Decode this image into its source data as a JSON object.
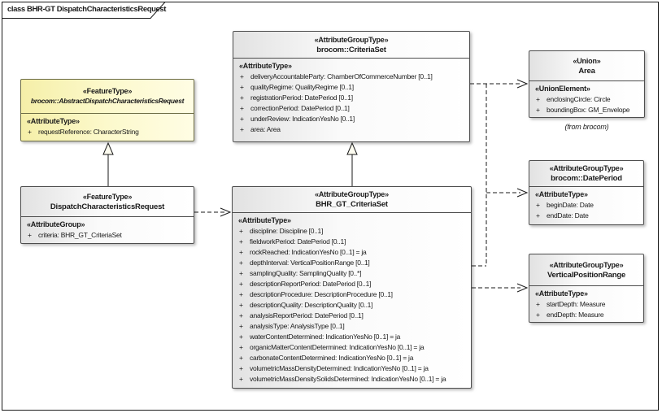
{
  "frame": {
    "title": "class BHR-GT DispatchCharacteristicsRequest"
  },
  "notes": {
    "area_origin": "(from brocom)"
  },
  "colors": {
    "box_fill_left": "#e2e2e2",
    "box_fill_right": "#ffffff",
    "abstract_fill": "#f5efa8",
    "box_border": "#4d4d4d",
    "abstract_border": "#6e6e46",
    "connector": "#1a1a1a"
  },
  "classes": {
    "abstract_request": {
      "stereotype": "«FeatureType»",
      "name": "brocom::AbstractDispatchCharacteristicsRequest",
      "section": "«AttributeType»",
      "vis": "+",
      "attributes": [
        "requestReference: CharacterString"
      ]
    },
    "dispatch_request": {
      "stereotype": "«FeatureType»",
      "name": "DispatchCharacteristicsRequest",
      "section": "«AttributeGroup»",
      "vis": "+",
      "attributes": [
        "criteria: BHR_GT_CriteriaSet"
      ]
    },
    "brocom_criteria_set": {
      "stereotype": "«AttributeGroupType»",
      "name": "brocom::CriteriaSet",
      "section": "«AttributeType»",
      "vis": "+",
      "attributes": [
        "deliveryAccountableParty: ChamberOfCommerceNumber [0..1]",
        "qualityRegime: QualityRegime [0..1]",
        "registrationPeriod: DatePeriod [0..1]",
        "correctionPeriod: DatePeriod [0..1]",
        "underReview: IndicationYesNo [0..1]",
        "area: Area"
      ]
    },
    "bhr_gt_criteria_set": {
      "stereotype": "«AttributeGroupType»",
      "name": "BHR_GT_CriteriaSet",
      "section": "«AttributeType»",
      "vis": "+",
      "attributes": [
        "discipline: Discipline [0..1]",
        "fieldworkPeriod: DatePeriod [0..1]",
        "rockReached: IndicationYesNo [0..1] = ja",
        "depthInterval: VerticalPositionRange [0..1]",
        "samplingQuality: SamplingQuality [0..*]",
        "descriptionReportPeriod: DatePeriod [0..1]",
        "descriptionProcedure: DescriptionProcedure [0..1]",
        "descriptionQuality: DescriptionQuality [0..1]",
        "analysisReportPeriod: DatePeriod [0..1]",
        "analysisType: AnalysisType [0..1]",
        "waterContentDetermined: IndicationYesNo [0..1] = ja",
        "organicMatterContentDetermined: IndicationYesNo [0..1] = ja",
        "carbonateContentDetermined: IndicationYesNo [0..1] = ja",
        "volumetricMassDensityDetermined: IndicationYesNo [0..1] = ja",
        "volumetricMassDensitySolidsDetermined: IndicationYesNo [0..1] = ja"
      ]
    },
    "area": {
      "stereotype": "«Union»",
      "name": "Area",
      "section": "«UnionElement»",
      "vis": "+",
      "attributes": [
        "enclosingCircle: Circle",
        "boundingBox: GM_Envelope"
      ]
    },
    "date_period": {
      "stereotype": "«AttributeGroupType»",
      "name": "brocom::DatePeriod",
      "section": "«AttributeType»",
      "vis": "+",
      "attributes": [
        "beginDate: Date",
        "endDate: Date"
      ]
    },
    "vertical_position_range": {
      "stereotype": "«AttributeGroupType»",
      "name": "VerticalPositionRange",
      "section": "«AttributeType»",
      "vis": "+",
      "attributes": [
        "startDepth: Measure",
        "endDepth: Measure"
      ]
    }
  }
}
